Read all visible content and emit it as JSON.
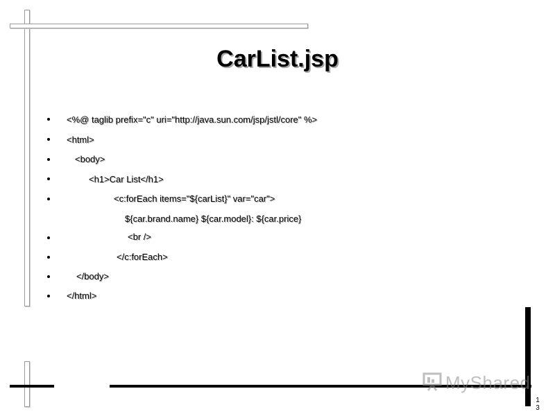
{
  "slide": {
    "title": "CarList.jsp",
    "code_lines": [
      "<%@ taglib prefix=\"c\" uri=\"http://java.sun.com/jsp/jstl/core\" %>",
      "<html>",
      "<body>",
      "<h1>Car List</h1>",
      "<c:forEach items=\"${carList}\" var=\"car\">",
      "${car.brand.name} ${car.model}: ${car.price}",
      "<br />",
      "</c:forEach>",
      "</body>",
      "</html>"
    ],
    "page_number": "13",
    "page_number_digits": [
      "1",
      "3"
    ]
  },
  "watermark": {
    "text": "MyShared",
    "icon": "presentation-board-icon"
  },
  "colors": {
    "background": "#ffffff",
    "text": "#000000",
    "frame_grey": "#9a9a9a",
    "frame_black": "#000000"
  }
}
